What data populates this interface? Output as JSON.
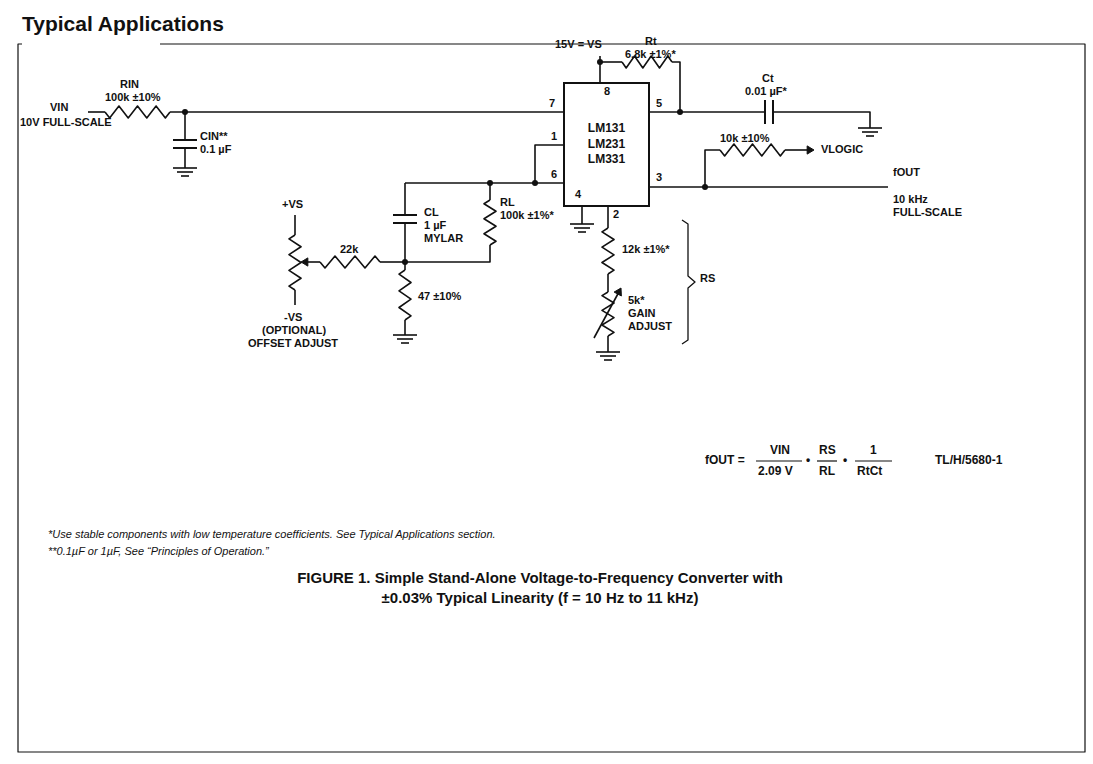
{
  "diagram": {
    "title": "Typical Applications",
    "caption": "FIGURE 1. Simple Stand-Alone Voltage-to-Frequency Converter with ±0.03% Typical Linearity (f = 10 Hz to 11 kHz)",
    "nodes": [
      {
        "text": [
          "LM131 LM231 LM331"
        ]
      }
    ],
    "labels": [
      "15V = VS",
      "RIN",
      "100k ±10%",
      "VIN",
      "10V FULL-SCALE",
      "CIN**",
      "0.1 µF",
      "Rt",
      "6.8k ±1%*",
      "Ct",
      "0.01 µF*",
      "7",
      "8",
      "5",
      "1",
      "6",
      "3",
      "4",
      "2",
      "10k ±10%",
      "VLOGIC",
      "fOUT",
      "10 kHz",
      "FULL-SCALE",
      "CL",
      "1 µF",
      "MYLAR",
      "RL",
      "100k ±1%*",
      "+VS",
      "22k",
      "47 ±10%",
      "-VS",
      "(OPTIONAL)",
      "OFFSET ADJUST",
      "12k ±1%*",
      "5k*",
      "GAIN",
      "ADJUST",
      "RS",
      "fOUT =",
      "VIN",
      "2.09 V",
      "•",
      "RS",
      "RL",
      "•",
      "1",
      "RtCt",
      "TL/H/5680-1",
      "*Use stable components with low temperature coefficients. See Typical Applications section.",
      "**0.1µF or 1µF, See “Principles of Operation.”"
    ]
  }
}
